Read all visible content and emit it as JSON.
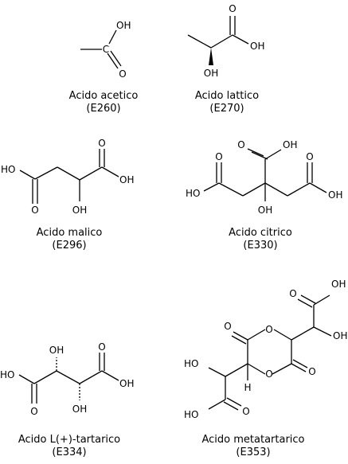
{
  "atoms": {
    "oxygen": "O",
    "hydroxyl": "OH",
    "hydroxyl_left": "HO",
    "carbon": "C",
    "hydrogen": "H"
  },
  "molecules": [
    {
      "name": "Acido acetico",
      "code": "(E260)"
    },
    {
      "name": "Acido lattico",
      "code": "(E270)"
    },
    {
      "name": "Acido malico",
      "code": "(E296)"
    },
    {
      "name": "Acido citrico",
      "code": "(E330)"
    },
    {
      "name": "Acido L(+)-tartarico",
      "code": "(E334)"
    },
    {
      "name": "Acido metatartarico",
      "code": "(E353)"
    }
  ]
}
